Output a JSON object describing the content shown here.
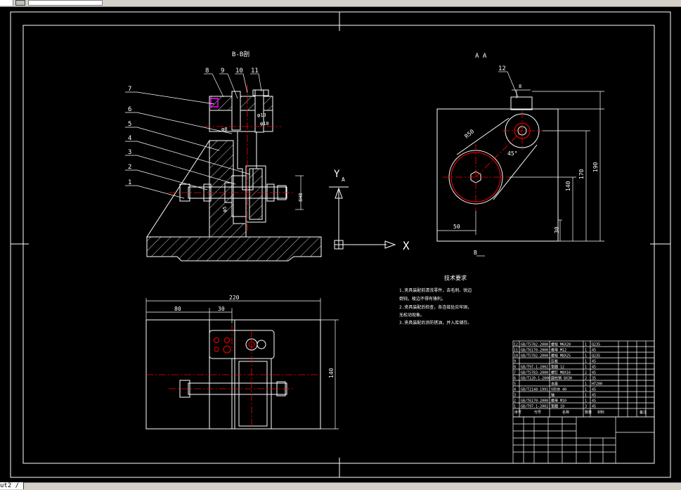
{
  "section_view": {
    "title": "B-B剖",
    "balloons": [
      "1",
      "2",
      "3",
      "4",
      "5",
      "6",
      "7",
      "8",
      "9",
      "10",
      "11"
    ],
    "dims": {
      "thread_right": "6H8",
      "left_small": "φ5",
      "top_a": "φ10",
      "top_b": "φ10",
      "mid": "φ8"
    }
  },
  "view_a": {
    "title": "A  A",
    "balloon": "12",
    "dims": {
      "top_small": "8",
      "diag": "R50",
      "angle": "45°",
      "h_140": "140",
      "h_170": "170",
      "h_190": "190",
      "w_50": "50",
      "h_30": "30"
    },
    "view_label": "B"
  },
  "axes": {
    "y": "Y",
    "y_sub": "A",
    "x": "X"
  },
  "top_view": {
    "dims": {
      "overall_width": "220",
      "left_offset": "80",
      "center_offset": "30",
      "height": "140"
    }
  },
  "tech_requirements": {
    "title": "技术要求",
    "lines": [
      "1.夹具装配前清洗零件，去毛刺、锐边",
      "倒钝，棱边不得有锋利。",
      "2.夹具装配后检查，各连接处应牢固，",
      "无松动现象。",
      "3.夹具装配后涂防锈油，并入库储存。"
    ]
  },
  "parts_list": {
    "rows": [
      [
        "12",
        "GB/T5782-2000",
        "螺栓 M6X20",
        "1",
        "Q235"
      ],
      [
        "11",
        "GB/T6170-2000",
        "螺母 M12",
        "1",
        "45"
      ],
      [
        "10",
        "GB/T5782-2000",
        "螺栓 M8X25",
        "1",
        "Q235"
      ],
      [
        "9",
        "",
        "压板",
        "1",
        "45"
      ],
      [
        "8",
        "GB/T97.1-2002",
        "垫圈 12",
        "1",
        "45"
      ],
      [
        "7",
        "GB/T5783-2000",
        "螺钉 M8X16",
        "2",
        "45"
      ],
      [
        "6",
        "GB/T120.1-2000",
        "圆柱销 8X30",
        "2",
        "35"
      ],
      [
        "5",
        "",
        "支座",
        "1",
        "HT200"
      ],
      [
        "4",
        "GB/T2148-1991",
        "V形块 40",
        "1",
        "45"
      ],
      [
        "3",
        "",
        "轴",
        "1",
        "45"
      ],
      [
        "2",
        "GB/T6170-2000",
        "螺母 M10",
        "1",
        "45"
      ],
      [
        "1",
        "GB/T97.1-2002",
        "垫圈 10",
        "3",
        "45"
      ]
    ],
    "header": [
      "序号",
      "代号",
      "名称",
      "数量",
      "材料",
      "备注"
    ]
  },
  "title_block": {
    "cell_a": ""
  },
  "status": {
    "layout_tab": "ut2 /"
  },
  "colors": {
    "bg": "#000000",
    "line": "#ffffff",
    "center": "#ff0000",
    "accent": "#ff00ff",
    "dim": "#ffffff"
  }
}
